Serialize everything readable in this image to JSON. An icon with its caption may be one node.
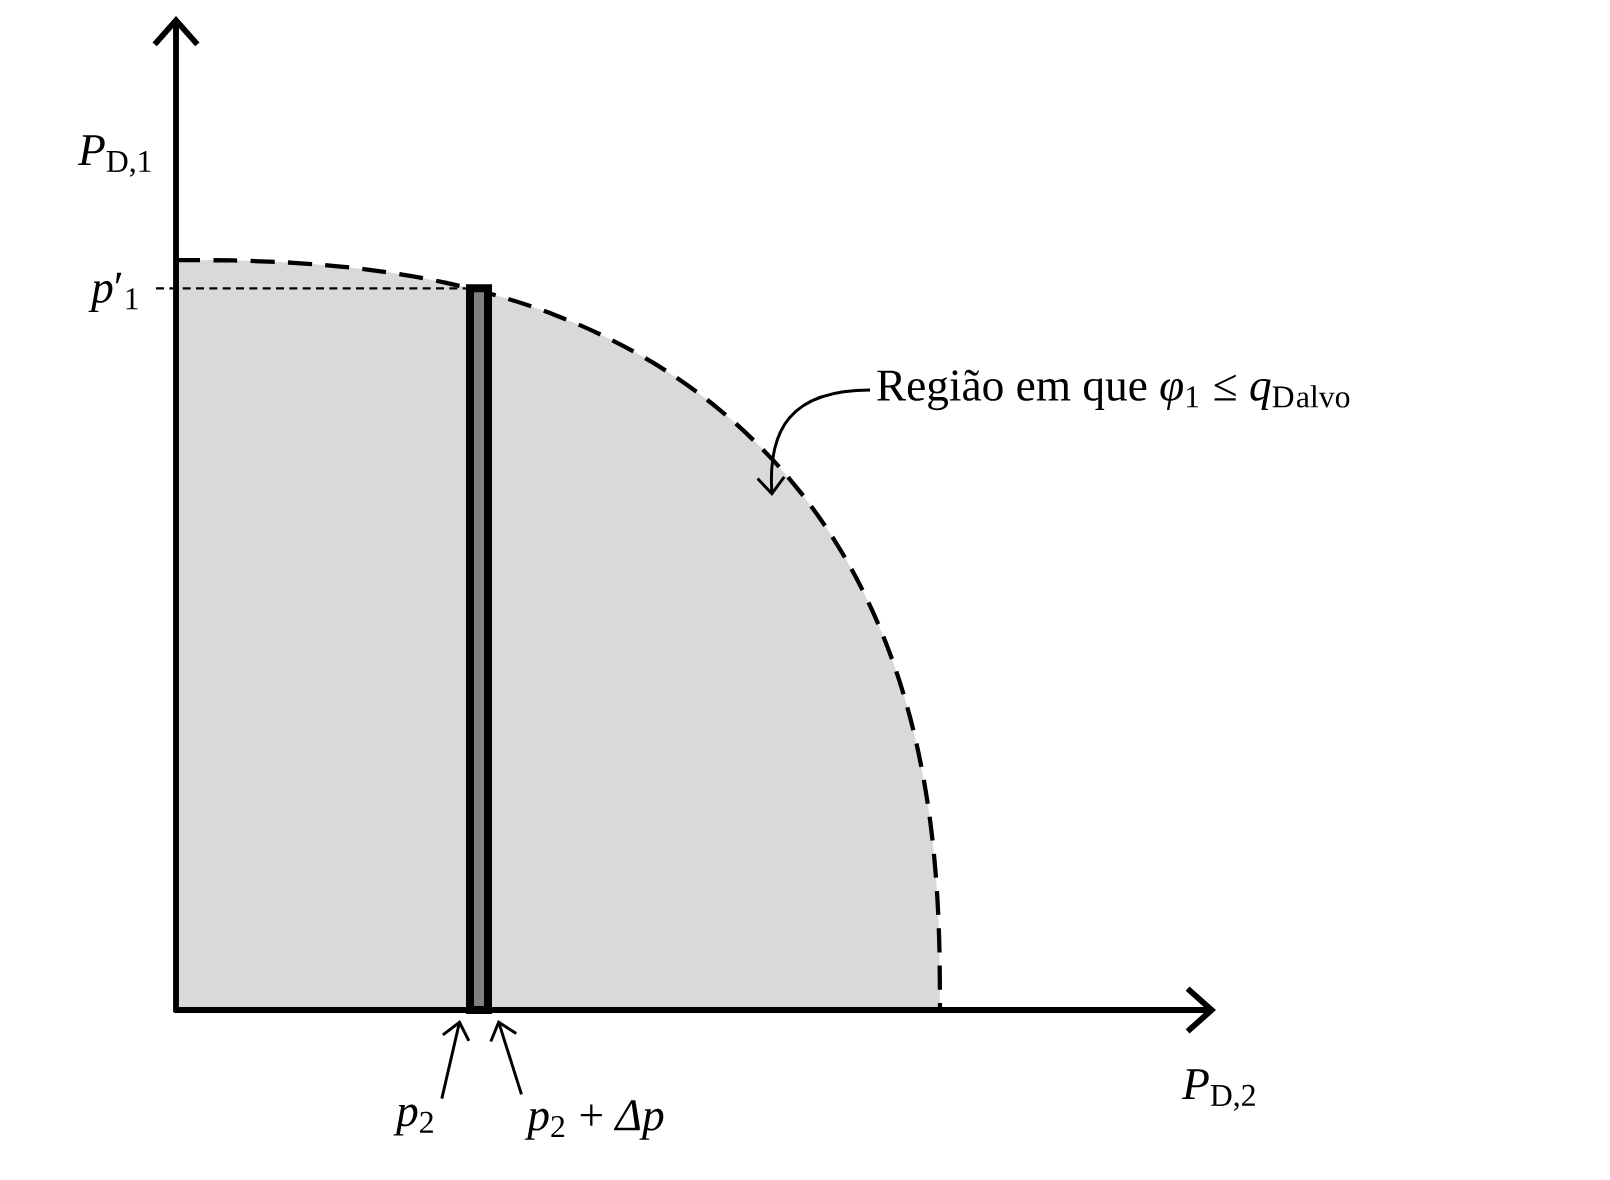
{
  "diagram": {
    "nodes": [
      {
        "text": [
          "Região em que *φ*$_{1}$ ≤ *q*$_{D}$$_{alvo}$"
        ]
      },
      {
        "text": [
          "*p*$_{2}$"
        ]
      },
      {
        "text": [
          "*p*$_{2}$ + *Δp*"
        ]
      },
      {
        "text": [],
        "shape": "bar"
      }
    ],
    "edges": [
      {
        "from": 0,
        "to": null,
        "arrow": "to"
      },
      {
        "from": 1,
        "to": 3,
        "arrow": "to"
      },
      {
        "from": 2,
        "to": 3,
        "arrow": "to"
      }
    ],
    "labels": [
      "*P*$_{D,1}$",
      "*p*′$_{1}$",
      "*P*$_{D,2}$"
    ]
  }
}
